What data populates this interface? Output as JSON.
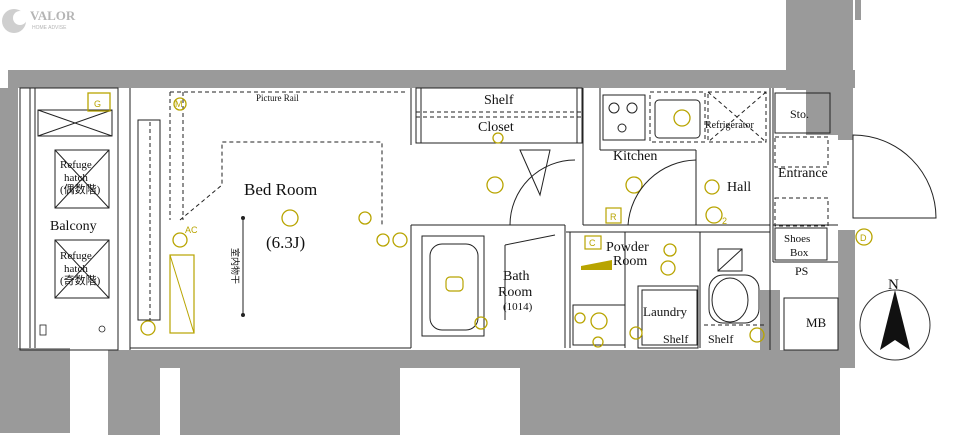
{
  "brand": {
    "name": "VALOR",
    "tagline": "HOME ADVISE",
    "color": "#b5b5b5"
  },
  "rooms": {
    "picture_rail": "Picture Rail",
    "bedroom": "Bed Room",
    "bedroom_size": "(6.3J)",
    "vertical_note": "室内物干",
    "shelf_top": "Shelf",
    "closet": "Closet",
    "kitchen": "Kitchen",
    "refrigerator": "Refrigerator",
    "hall": "Hall",
    "storage": "Sto.",
    "entrance": "Entrance",
    "shoes_box_1": "Shoes",
    "shoes_box_2": "Box",
    "ps": "PS",
    "mb": "MB",
    "powder_room_1": "Powder",
    "powder_room_2": "Room",
    "bath_room_1": "Bath",
    "bath_room_2": "Room",
    "bath_size": "(1014)",
    "laundry": "Laundry",
    "shelf_laundry": "Shelf",
    "shelf_toilet": "Shelf",
    "balcony": "Balcony",
    "refuge1_line1": "Refuge",
    "refuge1_line2": "hatch",
    "refuge1_line3": "(偶数階)",
    "refuge2_line1": "Refuge",
    "refuge2_line2": "hatch",
    "refuge2_line3": "(奇数階)"
  },
  "symbols": {
    "gas": "G",
    "meter": "M",
    "range": "R",
    "cooler": "C",
    "doorbell": "D",
    "ac": "AC",
    "count2": "2"
  },
  "compass": {
    "north": "N"
  },
  "colors": {
    "wall": "#9a9a9a",
    "symbol": "#b8a400",
    "line": "#222222"
  }
}
